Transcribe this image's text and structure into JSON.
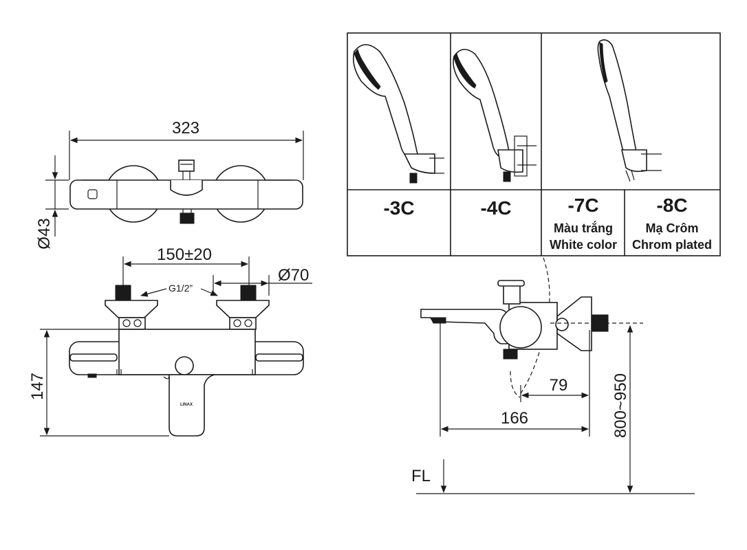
{
  "top_view": {
    "width_dim": "323",
    "height_dim": "Ø43"
  },
  "front_view": {
    "spacing_dim": "150±20",
    "thread_label": "G1/2”",
    "flange_dim": "Ø70",
    "height_dim": "147",
    "logo_text": "LINAX"
  },
  "side_view": {
    "depth_short_dim": "79",
    "depth_long_dim": "166",
    "mount_height_dim": "800~950",
    "floor_label": "FL"
  },
  "handshower_table": {
    "variants": [
      {
        "code": "-3C",
        "line1": "",
        "line2": ""
      },
      {
        "code": "-4C",
        "line1": "",
        "line2": ""
      },
      {
        "code": "-7C",
        "line1": "Màu trắng",
        "line2": "White color"
      },
      {
        "code": "-8C",
        "line1": "Mạ Crôm",
        "line2": "Chrom plated"
      }
    ]
  }
}
